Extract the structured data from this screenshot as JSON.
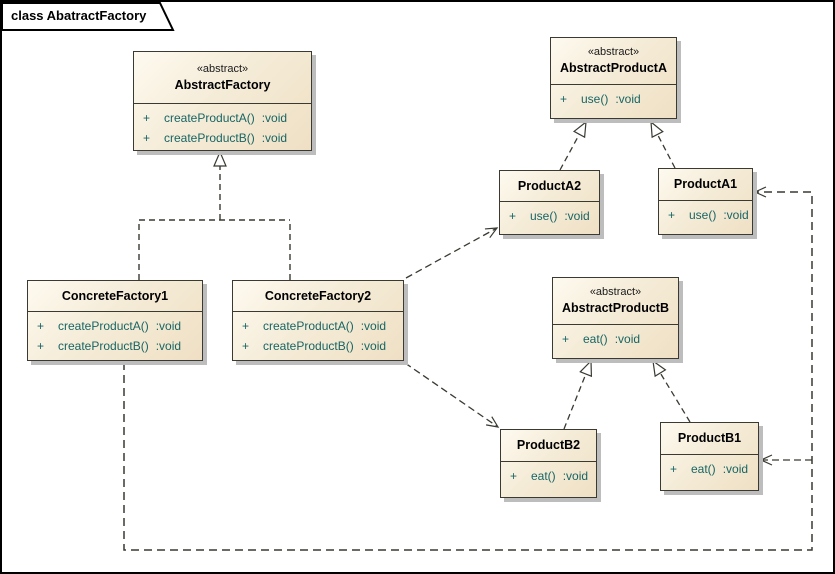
{
  "frame": {
    "tab_label": "class AbatractFactory"
  },
  "colors": {
    "box_fill_light": "#fefaf0",
    "box_fill_dark": "#efe0c4",
    "box_border": "#3a3a32",
    "method_text": "#176565",
    "class_name_text": "#000000",
    "shadow": "#bdbdbd",
    "connector": "#3a3a32",
    "background": "#ffffff"
  },
  "classes": {
    "abstract_factory": {
      "stereotype": "«abstract»",
      "name": "AbstractFactory",
      "methods": [
        {
          "visibility": "+",
          "signature": "createProductA()",
          "type": ":void"
        },
        {
          "visibility": "+",
          "signature": "createProductB()",
          "type": ":void"
        }
      ]
    },
    "abstract_product_a": {
      "stereotype": "«abstract»",
      "name": "AbstractProductA",
      "methods": [
        {
          "visibility": "+",
          "signature": "use()",
          "type": ":void"
        }
      ]
    },
    "product_a2": {
      "name": "ProductA2",
      "methods": [
        {
          "visibility": "+",
          "signature": "use()",
          "type": ":void"
        }
      ]
    },
    "product_a1": {
      "name": "ProductA1",
      "methods": [
        {
          "visibility": "+",
          "signature": "use()",
          "type": ":void"
        }
      ]
    },
    "concrete_factory1": {
      "name": "ConcreteFactory1",
      "methods": [
        {
          "visibility": "+",
          "signature": "createProductA()",
          "type": ":void"
        },
        {
          "visibility": "+",
          "signature": "createProductB()",
          "type": ":void"
        }
      ]
    },
    "concrete_factory2": {
      "name": "ConcreteFactory2",
      "methods": [
        {
          "visibility": "+",
          "signature": "createProductA()",
          "type": ":void"
        },
        {
          "visibility": "+",
          "signature": "createProductB()",
          "type": ":void"
        }
      ]
    },
    "abstract_product_b": {
      "stereotype": "«abstract»",
      "name": "AbstractProductB",
      "methods": [
        {
          "visibility": "+",
          "signature": "eat()",
          "type": ":void"
        }
      ]
    },
    "product_b2": {
      "name": "ProductB2",
      "methods": [
        {
          "visibility": "+",
          "signature": "eat()",
          "type": ":void"
        }
      ]
    },
    "product_b1": {
      "name": "ProductB1",
      "methods": [
        {
          "visibility": "+",
          "signature": "eat()",
          "type": ":void"
        }
      ]
    }
  },
  "relationships": [
    {
      "type": "realization",
      "from": "ConcreteFactory1",
      "to": "AbstractFactory"
    },
    {
      "type": "realization",
      "from": "ConcreteFactory2",
      "to": "AbstractFactory"
    },
    {
      "type": "realization",
      "from": "ProductA2",
      "to": "AbstractProductA"
    },
    {
      "type": "realization",
      "from": "ProductA1",
      "to": "AbstractProductA"
    },
    {
      "type": "realization",
      "from": "ProductB2",
      "to": "AbstractProductB"
    },
    {
      "type": "realization",
      "from": "ProductB1",
      "to": "AbstractProductB"
    },
    {
      "type": "dependency",
      "from": "ConcreteFactory2",
      "to": "ProductA2"
    },
    {
      "type": "dependency",
      "from": "ConcreteFactory2",
      "to": "ProductB2"
    },
    {
      "type": "dependency",
      "from": "ConcreteFactory1",
      "to": "ProductA1"
    },
    {
      "type": "dependency",
      "from": "ConcreteFactory1",
      "to": "ProductB1"
    }
  ]
}
